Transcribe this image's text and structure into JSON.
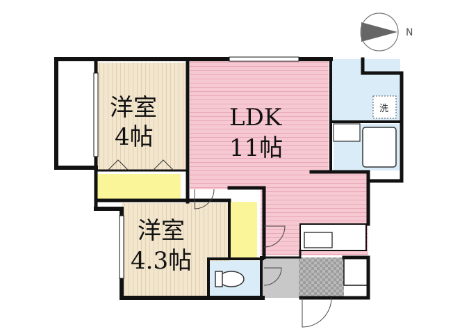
{
  "compass": {
    "north_label": "N"
  },
  "rooms": {
    "ldk": {
      "name": "LDK",
      "size": "11帖"
    },
    "western_room_1": {
      "name": "洋室",
      "size": "4帖"
    },
    "western_room_2": {
      "name": "洋室",
      "size": "4.3帖"
    },
    "washer": {
      "label": "洗"
    }
  },
  "colors": {
    "ldk_floor": "#f6c8d2",
    "ldk_stripe": "#e9a9b8",
    "room_floor": "#f3e6cf",
    "room_stripe": "#e2cfae",
    "storage": "#fbf59a",
    "bath": "#d9ecf7",
    "entry_tile": "#aaaaaa",
    "wall": "#111111"
  }
}
